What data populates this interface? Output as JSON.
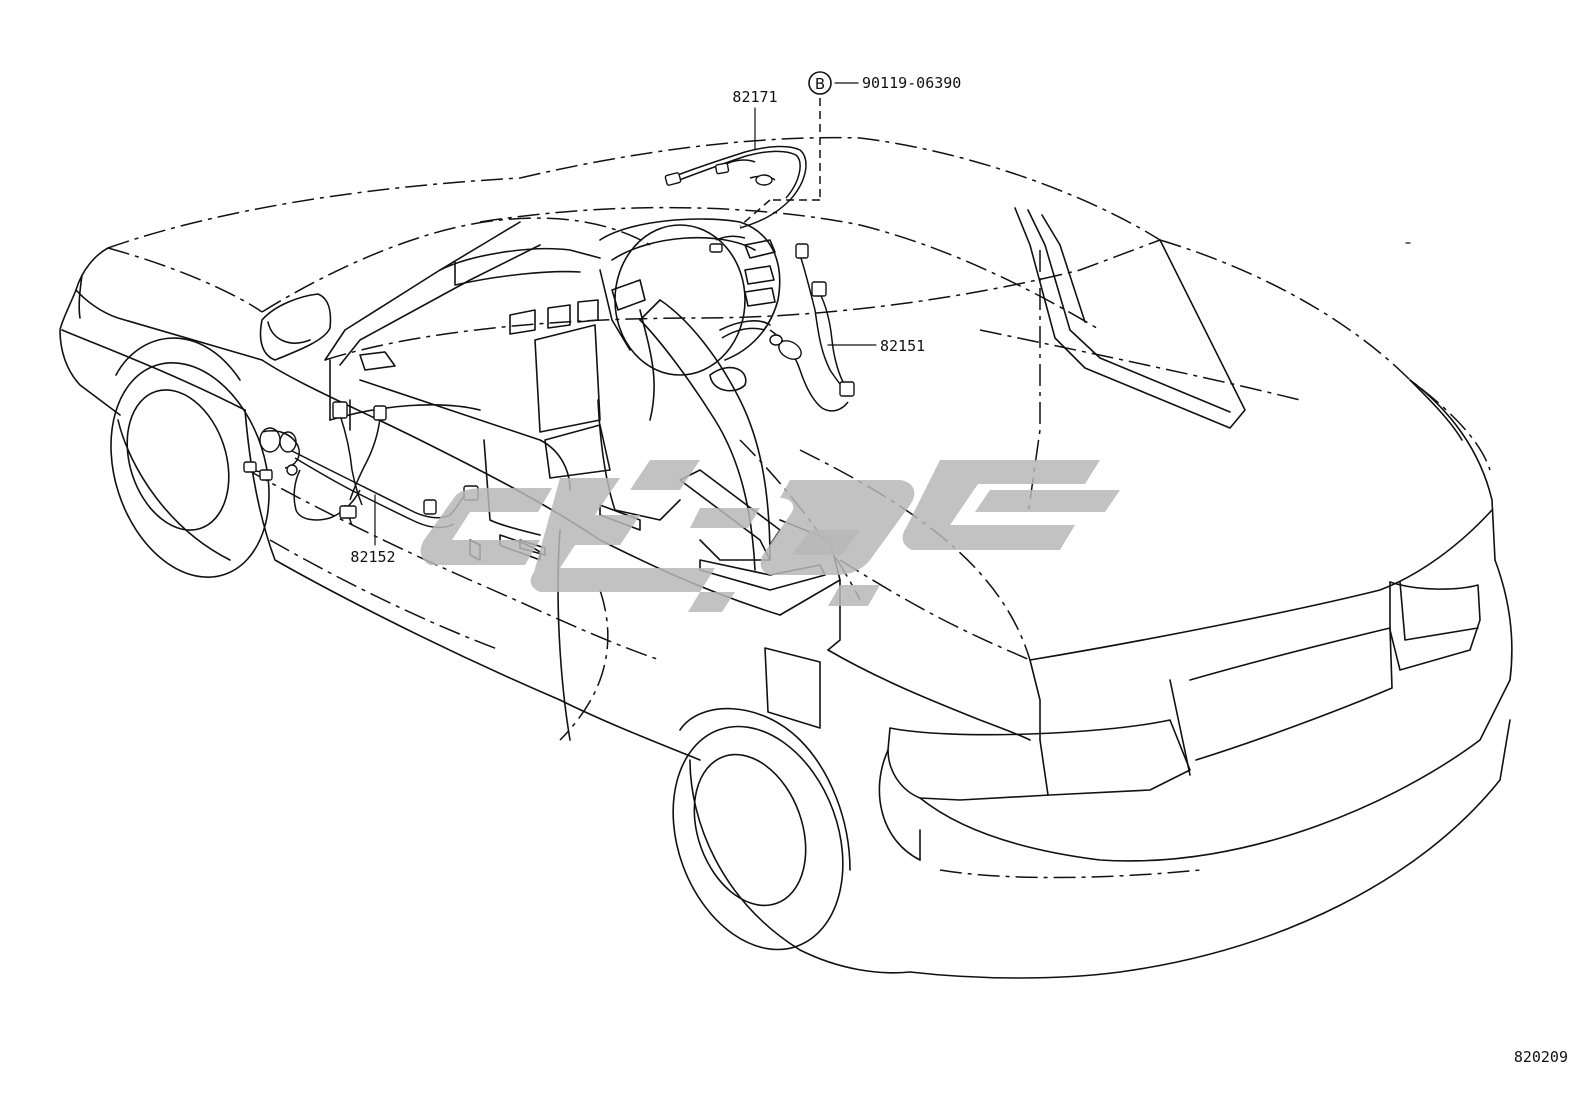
{
  "diagram": {
    "parts": [
      {
        "number": "82171"
      },
      {
        "number": "82151"
      },
      {
        "number": "82152"
      }
    ],
    "fastener": {
      "marker": "B",
      "number": "90119-06390"
    },
    "figure_id": "820209"
  }
}
